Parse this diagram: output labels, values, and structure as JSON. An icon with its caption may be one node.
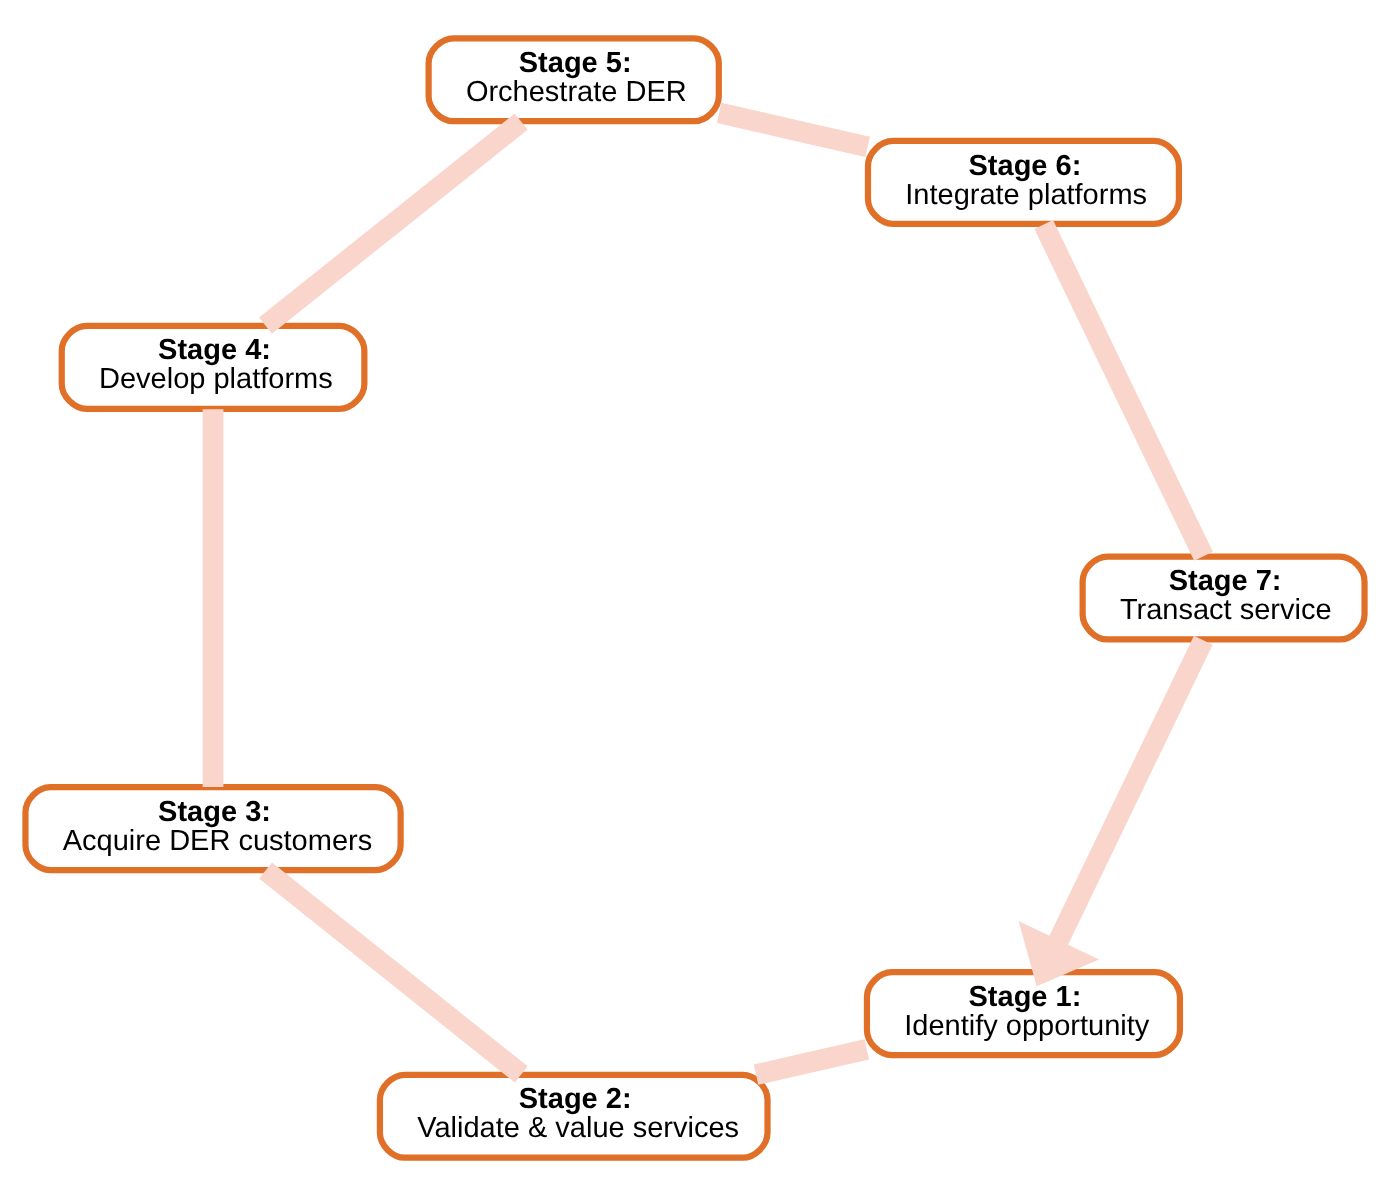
{
  "diagram": {
    "nodes": [
      {
        "text": [
          "Stage 1:",
          "Identify opportunity"
        ]
      },
      {
        "text": [
          "Stage 2:",
          "Validate & value services"
        ]
      },
      {
        "text": [
          "Stage 3:",
          "Acquire DER customers"
        ]
      },
      {
        "text": [
          "Stage 4:",
          "Develop platforms"
        ]
      },
      {
        "text": [
          "Stage 5:",
          "Orchestrate DER"
        ]
      },
      {
        "text": [
          "Stage 6:",
          "Integrate platforms"
        ]
      },
      {
        "text": [
          "Stage 7:",
          "Transact service"
        ]
      }
    ],
    "edges": [
      {
        "from": 0,
        "to": 1,
        "arrow": "none"
      },
      {
        "from": 1,
        "to": 2,
        "arrow": "none"
      },
      {
        "from": 2,
        "to": 3,
        "arrow": "none"
      },
      {
        "from": 3,
        "to": 4,
        "arrow": "none"
      },
      {
        "from": 4,
        "to": 5,
        "arrow": "none"
      },
      {
        "from": 5,
        "to": 6,
        "arrow": "none"
      },
      {
        "from": 6,
        "to": 0,
        "arrow": "to"
      }
    ]
  }
}
